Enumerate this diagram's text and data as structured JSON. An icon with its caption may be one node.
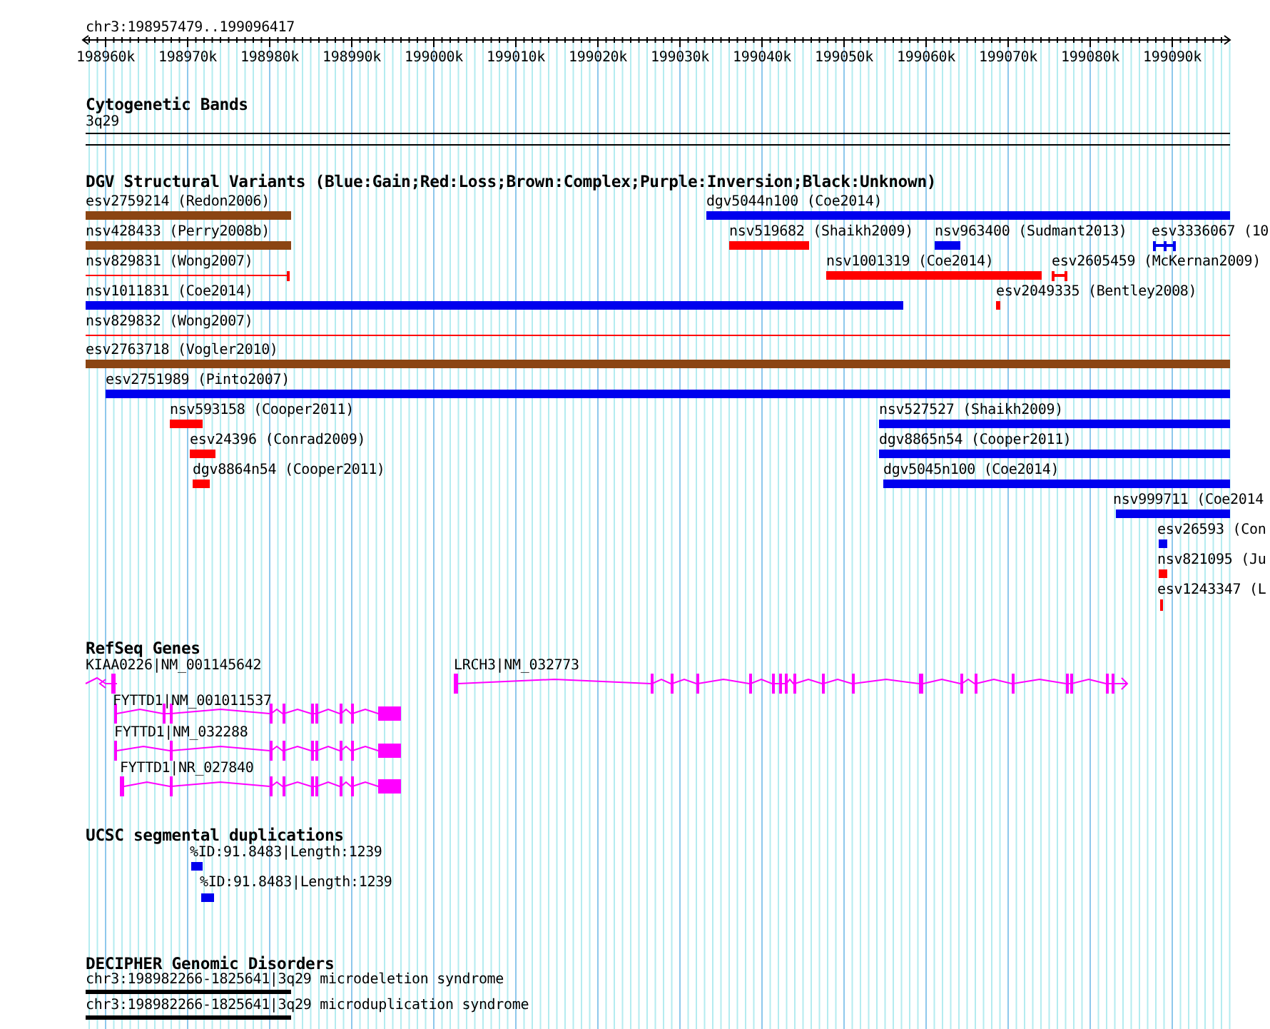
{
  "diagram": {
    "labels": [
      "chr3:198957479..199096417",
      "198960k",
      "198970k",
      "198980k",
      "198990k",
      "199000k",
      "199010k",
      "199020k",
      "199030k",
      "199040k",
      "199050k",
      "199060k",
      "199070k",
      "199080k",
      "199090k",
      "Cytogenetic Bands",
      "3q29",
      "DGV Structural Variants (Blue:Gain;Red:Loss;Brown:Complex;Purple:Inversion;Black:Unknown)",
      "esv2759214 (Redon2006)",
      "dgv5044n100 (Coe2014)",
      "nsv428433 (Perry2008b)",
      "nsv519682 (Shaikh2009)",
      "nsv963400 (Sudmant2013)",
      "esv3336067 (10",
      "nsv829831 (Wong2007)",
      "nsv1001319 (Coe2014)",
      "esv2605459 (McKernan2009)",
      "nsv1011831 (Coe2014)",
      "esv2049335 (Bentley2008)",
      "nsv829832 (Wong2007)",
      "esv2763718 (Vogler2010)",
      "esv2751989 (Pinto2007)",
      "nsv593158 (Cooper2011)",
      "nsv527527 (Shaikh2009)",
      "esv24396 (Conrad2009)",
      "dgv8865n54 (Cooper2011)",
      "dgv8864n54 (Cooper2011)",
      "dgv5045n100 (Coe2014)",
      "nsv999711 (Coe2014",
      "esv26593 (Con",
      "nsv821095 (Ju",
      "esv1243347 (L",
      "RefSeq Genes",
      "KIAA0226|NM_001145642",
      "LRCH3|NM_032773",
      "FYTTD1|NM_001011537",
      "FYTTD1|NM_032288",
      "FYTTD1|NR_027840",
      "UCSC segmental duplications",
      "%ID:91.8483|Length:1239",
      "%ID:91.8483|Length:1239",
      "DECIPHER Genomic Disorders",
      "chr3:198982266-1825641|3q29 microdeletion syndrome",
      "chr3:198982266-1825641|3q29 microduplication syndrome"
    ]
  }
}
